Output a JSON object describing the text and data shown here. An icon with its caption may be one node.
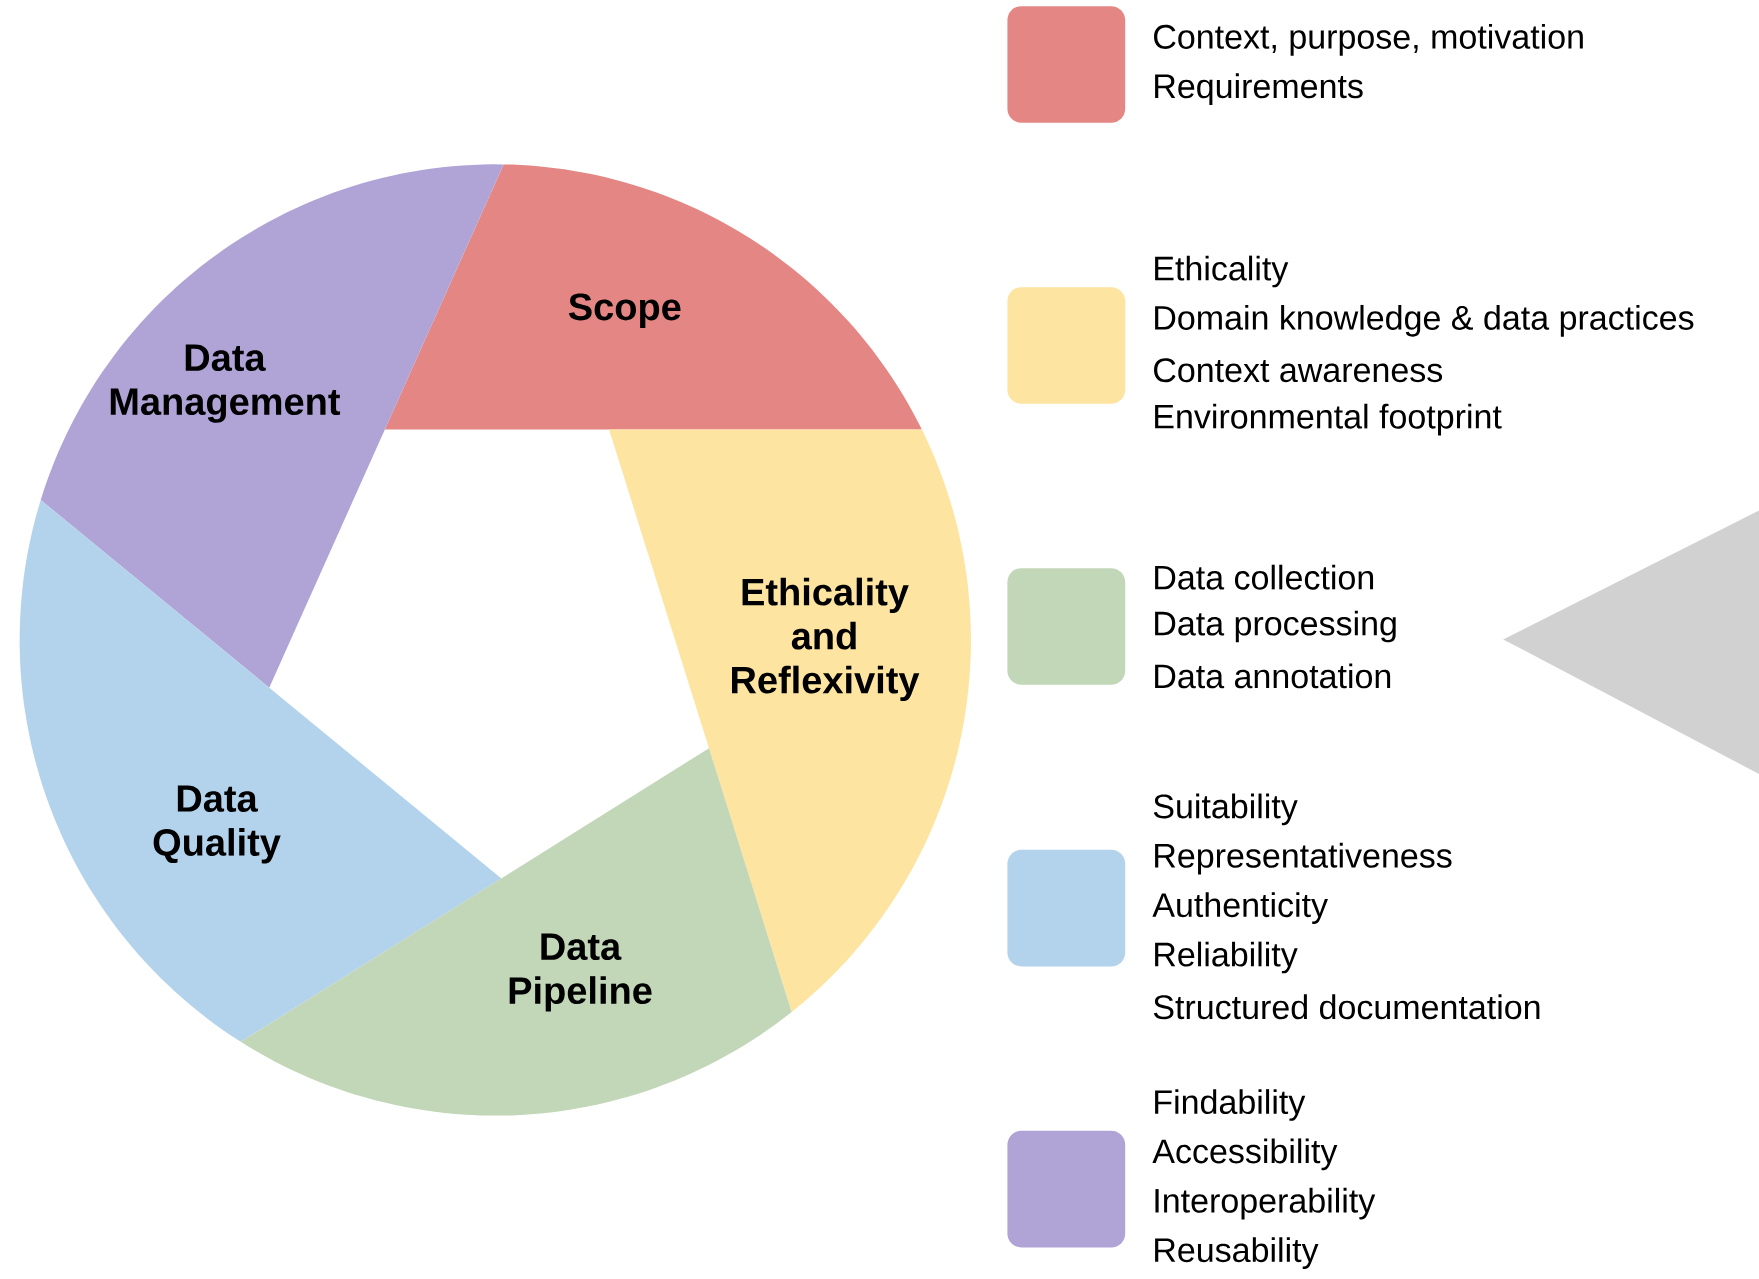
{
  "diagram": {
    "nodes": [
      {
        "text": [
          "Scope"
        ]
      },
      {
        "text": [
          "Data Management"
        ]
      },
      {
        "text": [
          "Ethicality and Reflexivity"
        ]
      },
      {
        "text": [
          "Data Quality"
        ]
      },
      {
        "text": [
          "Data Pipeline"
        ]
      },
      {
        "text": [],
        "shape": "box",
        "beside": [
          "Context, purpose, motivation",
          "Requirements"
        ]
      },
      {
        "text": [],
        "shape": "box",
        "beside": [
          "Ethicality",
          "Domain knowledge & data practices",
          "Context awareness",
          "Environmental footprint"
        ]
      },
      {
        "text": [],
        "shape": "box",
        "beside": [
          "Data collection",
          "Data processing",
          "Data annotation"
        ]
      },
      {
        "text": [],
        "shape": "box",
        "beside": [
          "Suitability",
          "Representativeness",
          "Authenticity",
          "Reliability",
          "Structured documentation"
        ]
      },
      {
        "text": [],
        "shape": "box",
        "beside": [
          "Findability",
          "Accessibility",
          "Interoperability",
          "Reusability"
        ]
      },
      {
        "text": [],
        "shape": "triangle"
      }
    ]
  }
}
